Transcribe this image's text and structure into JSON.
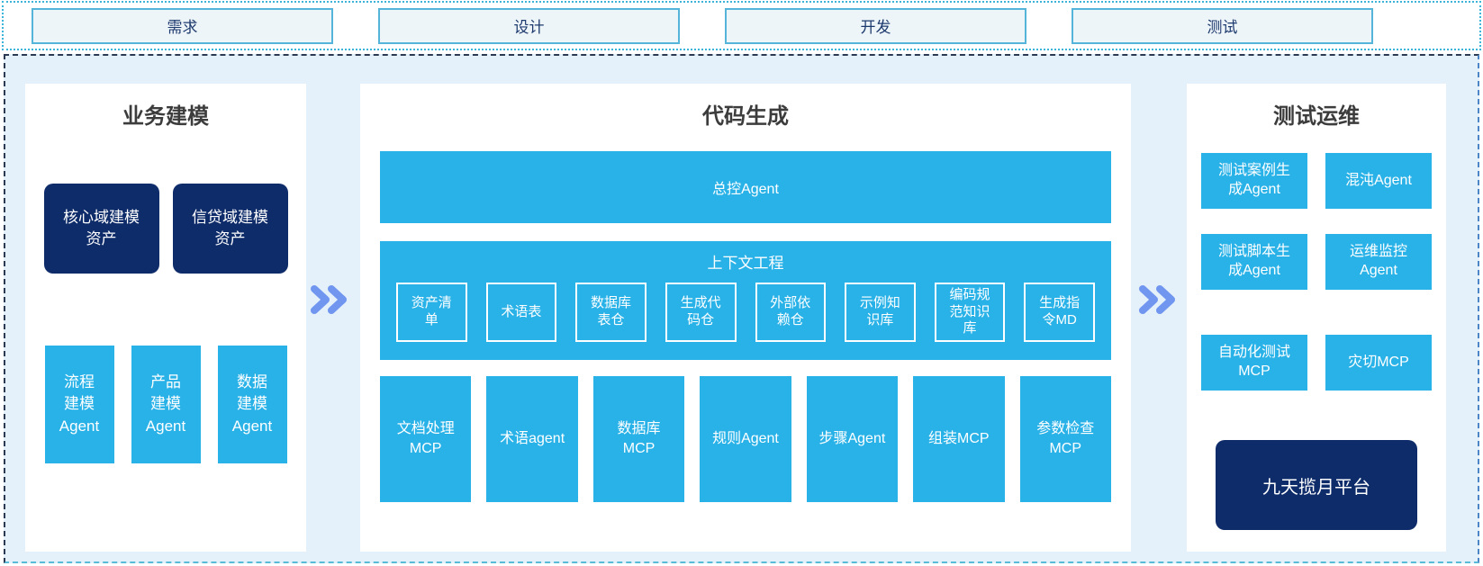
{
  "colors": {
    "cyan": "#29b2e8",
    "navy": "#0f2c6a",
    "canvas": "#e4f1fa",
    "stage-fill": "#eef5f9",
    "stage-border": "#55b4d9",
    "stage-text": "#1d3a6e",
    "title": "#3c3c3c",
    "chevron": "#7096f0",
    "strip-border": "#3ab4d8",
    "dash-dark": "#2b3a52",
    "dash-right": "#4c86c6",
    "dash-bottom": "#58bcd8"
  },
  "stages": [
    "需求",
    "设计",
    "开发",
    "测试"
  ],
  "panels": {
    "business_modeling": {
      "title": "业务建模",
      "assets": [
        "核心域建模\n资产",
        "信贷域建模\n资产"
      ],
      "agents": [
        "流程\n建模\nAgent",
        "产品\n建模\nAgent",
        "数据\n建模\nAgent"
      ]
    },
    "code_generation": {
      "title": "代码生成",
      "master_agent": "总控Agent",
      "context_engineering": {
        "title": "上下文工程",
        "items": [
          "资产清\n单",
          "术语表",
          "数据库\n表仓",
          "生成代\n码仓",
          "外部依\n赖仓",
          "示例知\n识库",
          "编码规\n范知识\n库",
          "生成指\n令MD"
        ]
      },
      "tools": [
        "文档处理\nMCP",
        "术语agent",
        "数据库\nMCP",
        "规则Agent",
        "步骤Agent",
        "组装MCP",
        "参数检查\nMCP"
      ]
    },
    "test_ops": {
      "title": "测试运维",
      "rows": [
        [
          "测试案例生\n成Agent",
          "混沌Agent"
        ],
        [
          "测试脚本生\n成Agent",
          "运维监控\nAgent"
        ],
        [
          "自动化测试\nMCP",
          "灾切MCP"
        ]
      ],
      "platform": "九天揽月平台"
    }
  }
}
